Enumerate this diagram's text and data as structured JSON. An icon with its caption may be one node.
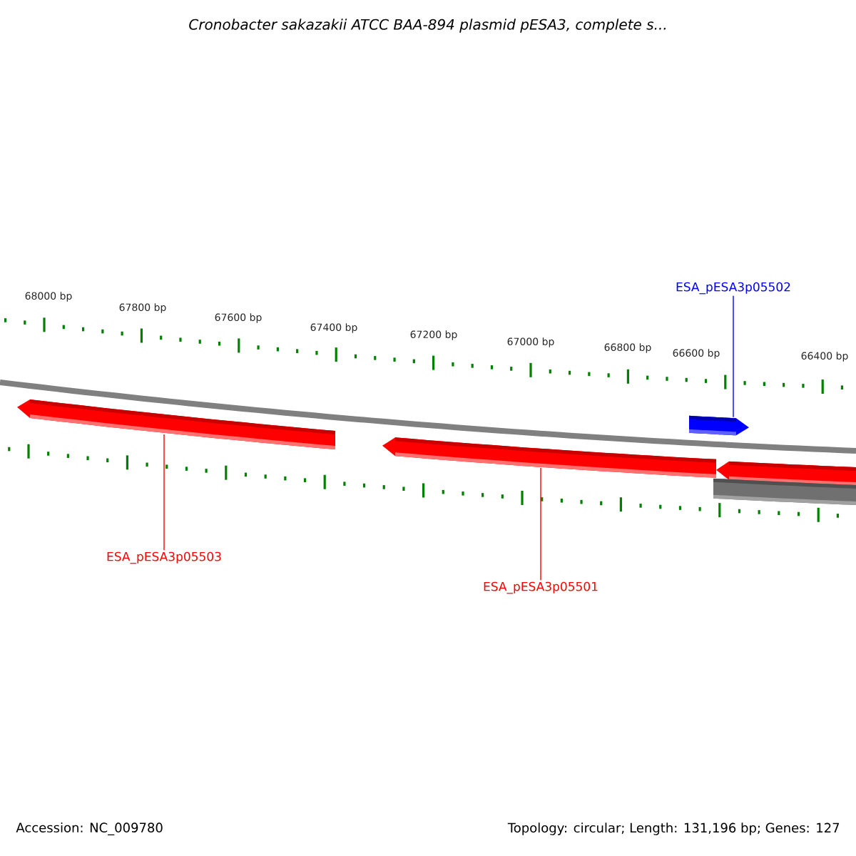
{
  "diagram": {
    "title": "Cronobacter sakazakii ATCC BAA-894 plasmid pESA3, complete s...",
    "nodes": [
      {
        "text": [
          "ESA_pESA3p05502"
        ]
      },
      {
        "text": [],
        "shape": "bar"
      },
      {
        "text": [],
        "shape": "bar"
      },
      {
        "text": [],
        "shape": "bar"
      },
      {
        "text": [],
        "shape": "bar"
      },
      {
        "text": [],
        "shape": "bar"
      },
      {
        "text": [
          "ESA_pESA3p05503"
        ]
      },
      {
        "text": [
          "ESA_pESA3p05501"
        ]
      }
    ],
    "edges": [
      {
        "from": 0,
        "to": 2,
        "arrow": "none",
        "color": "#0000ff"
      },
      {
        "from": 6,
        "to": 1,
        "arrow": "none",
        "color": "#ff0000"
      },
      {
        "from": 7,
        "to": 3,
        "arrow": "none",
        "color": "#ff0000"
      }
    ],
    "labels": [
      "68000 bp",
      "67800 bp",
      "67600 bp",
      "67400 bp",
      "67200 bp",
      "67000 bp",
      "66800 bp",
      "66600 bp",
      "66400 bp",
      "Accession: NC_009780",
      "Topology: circular; Length: 131,196 bp; Genes: 127"
    ]
  }
}
